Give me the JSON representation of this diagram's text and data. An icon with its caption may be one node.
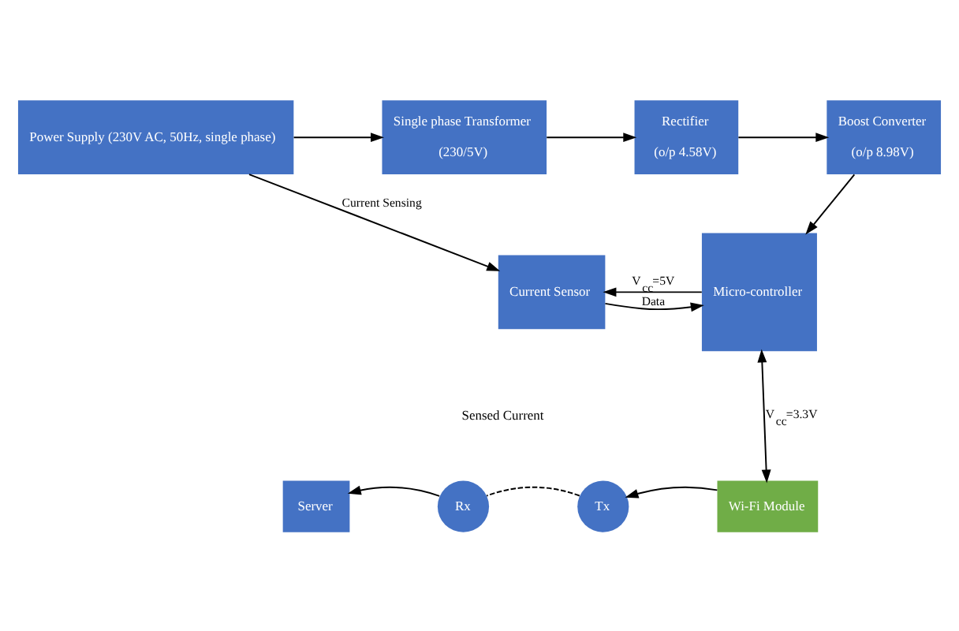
{
  "diagram": {
    "nodes": [
      {
        "text": [
          "Power Supply (230V AC, 50Hz, single phase)"
        ]
      },
      {
        "text": [
          "Single phase Transformer",
          "(230/5V)"
        ]
      },
      {
        "text": [
          "Rectifier",
          "(o/p 4.58V)"
        ]
      },
      {
        "text": [
          "Boost Converter",
          "(o/p 8.98V)"
        ]
      },
      {
        "text": [
          "Current Sensor"
        ]
      },
      {
        "text": [
          "Micro-controller"
        ]
      },
      {
        "text": [
          "Wi-Fi Module"
        ]
      },
      {
        "text": [
          "Tx"
        ]
      },
      {
        "text": [
          "Rx"
        ]
      },
      {
        "text": [
          "Server"
        ]
      }
    ],
    "edges": [
      {
        "from": 0,
        "to": 1,
        "arrow": "to"
      },
      {
        "from": 1,
        "to": 2,
        "arrow": "to"
      },
      {
        "from": 2,
        "to": 3,
        "arrow": "to"
      },
      {
        "from": 3,
        "to": 5,
        "arrow": "to"
      },
      {
        "from": 0,
        "to": 4,
        "arrow": "to",
        "label": "Current Sensing"
      },
      {
        "from": 4,
        "to": 5,
        "arrow": "to",
        "label": "Data"
      },
      {
        "from": 5,
        "to": 4,
        "arrow": "to",
        "label": "V$_{cc}$=5V"
      },
      {
        "from": 6,
        "to": 5,
        "arrow": "both",
        "label": "V$_{cc}$=3.3V"
      },
      {
        "from": 6,
        "to": 7,
        "arrow": "to"
      },
      {
        "from": 7,
        "to": 8,
        "arrow": "none",
        "style": "dashed"
      },
      {
        "from": 8,
        "to": 9,
        "arrow": "to"
      }
    ],
    "labels": [
      "Sensed Current"
    ]
  }
}
